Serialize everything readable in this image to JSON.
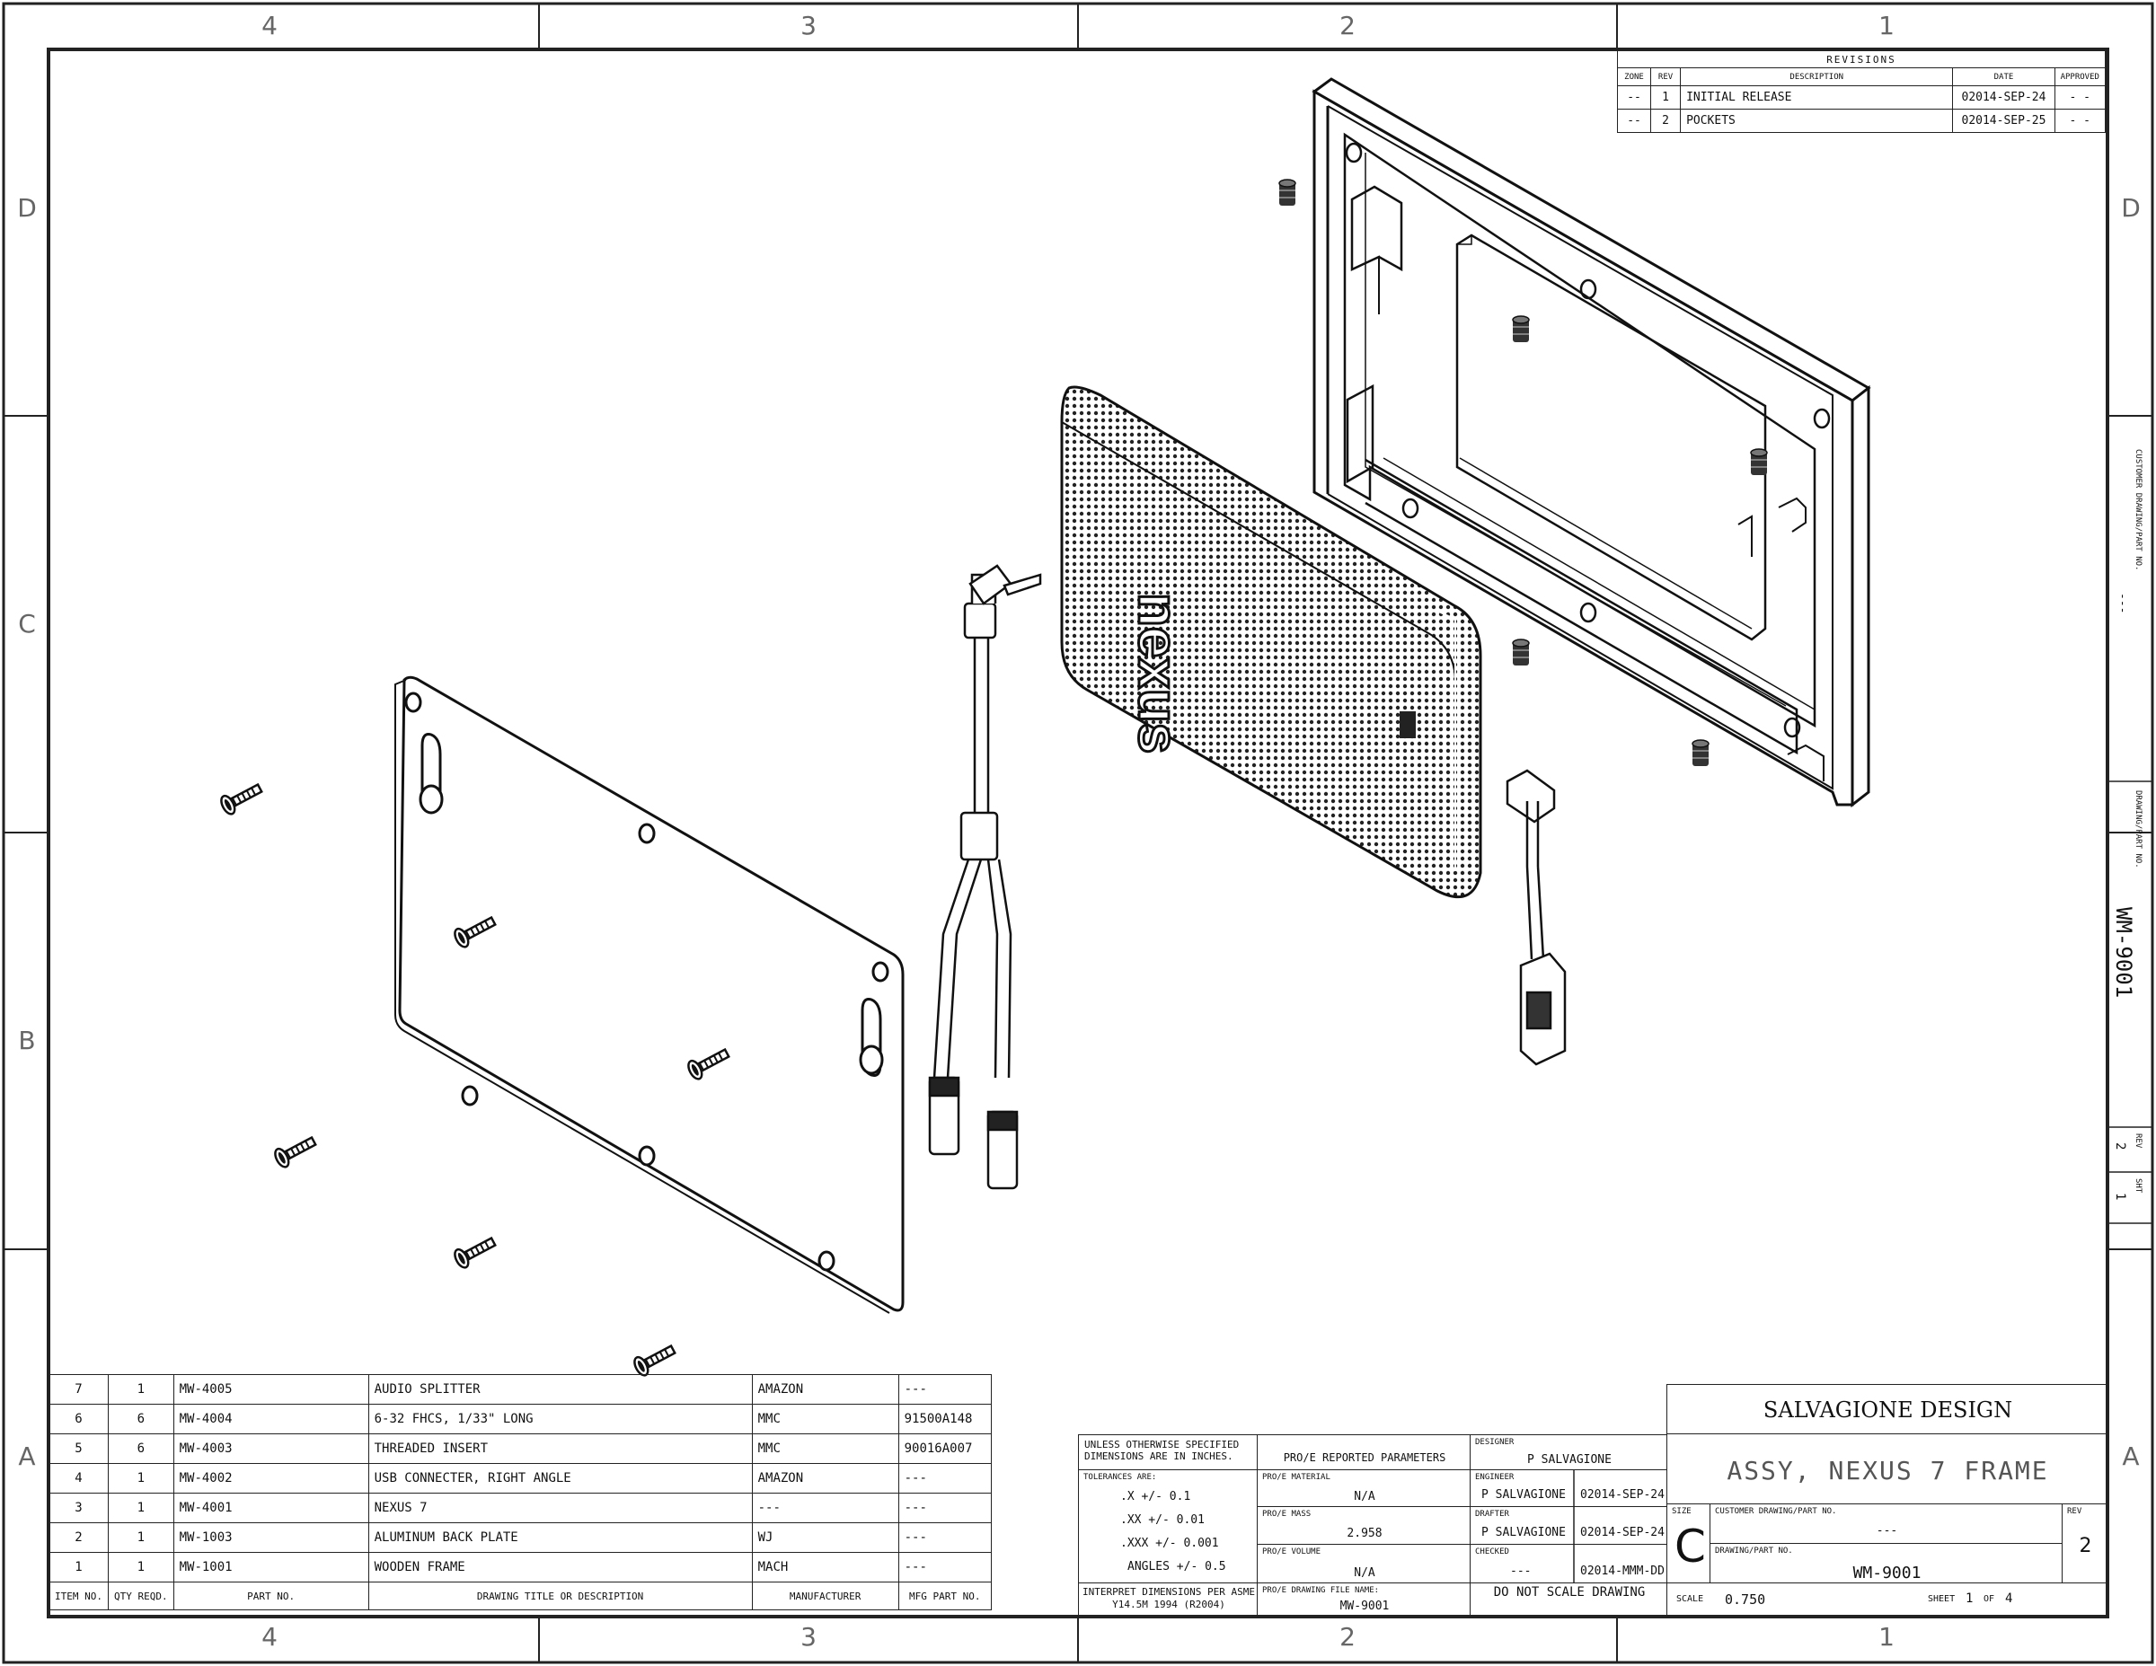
{
  "zones": {
    "columns": [
      "4",
      "3",
      "2",
      "1"
    ],
    "rows": [
      "D",
      "C",
      "B",
      "A"
    ]
  },
  "revisions": {
    "title": "REVISIONS",
    "headers": [
      "ZONE",
      "REV",
      "DESCRIPTION",
      "DATE",
      "APPROVED"
    ],
    "rows": [
      {
        "zone": "--",
        "rev": "1",
        "description": "INITIAL RELEASE",
        "date": "02014-SEP-24",
        "approved": "- -"
      },
      {
        "zone": "--",
        "rev": "2",
        "description": "POCKETS",
        "date": "02014-SEP-25",
        "approved": "- -"
      }
    ]
  },
  "callouts": {
    "nexus_logo": "nexus"
  },
  "bom": {
    "rows": [
      {
        "item": "7",
        "qty": "1",
        "part": "MW-4005",
        "desc": "AUDIO SPLITTER",
        "mfr": "AMAZON",
        "mfg": "---"
      },
      {
        "item": "6",
        "qty": "6",
        "part": "MW-4004",
        "desc": "6-32 FHCS, 1/33\" LONG",
        "mfr": "MMC",
        "mfg": "91500A148"
      },
      {
        "item": "5",
        "qty": "6",
        "part": "MW-4003",
        "desc": "THREADED INSERT",
        "mfr": "MMC",
        "mfg": "90016A007"
      },
      {
        "item": "4",
        "qty": "1",
        "part": "MW-4002",
        "desc": "USB CONNECTER, RIGHT ANGLE",
        "mfr": "AMAZON",
        "mfg": "---"
      },
      {
        "item": "3",
        "qty": "1",
        "part": "MW-4001",
        "desc": "NEXUS 7",
        "mfr": "---",
        "mfg": "---"
      },
      {
        "item": "2",
        "qty": "1",
        "part": "MW-1003",
        "desc": "ALUMINUM BACK PLATE",
        "mfr": "WJ",
        "mfg": "---"
      },
      {
        "item": "1",
        "qty": "1",
        "part": "MW-1001",
        "desc": "WOODEN FRAME",
        "mfr": "MACH",
        "mfg": "---"
      }
    ],
    "headers": {
      "item": "ITEM NO.",
      "qty": "QTY REQD.",
      "part": "PART NO.",
      "desc": "DRAWING TITLE OR DESCRIPTION",
      "mfr": "MANUFACTURER",
      "mfg": "MFG PART NO."
    }
  },
  "title_block": {
    "company": "SALVAGIONE DESIGN",
    "title": "ASSY, NEXUS 7 FRAME",
    "unless": "UNLESS OTHERWISE SPECIFIED DIMENSIONS ARE IN INCHES.",
    "tolerances_label": "TOLERANCES ARE:",
    "tol_x": ".X +/-  0.1",
    "tol_xx": ".XX +/-  0.01",
    "tol_xxx": ".XXX +/-  0.001",
    "angles": "ANGLES +/-  0.5",
    "interpret": "INTERPRET DIMENSIONS PER ASME Y14.5M 1994 (R2004)",
    "proe_params": "PRO/E REPORTED PARAMETERS",
    "material_label": "PRO/E MATERIAL",
    "material": "N/A",
    "mass_label": "PRO/E MASS",
    "mass": "2.958",
    "volume_label": "PRO/E VOLUME",
    "volume": "N/A",
    "file_label": "PRO/E DRAWING FILE NAME:",
    "file": "MW-9001",
    "designer_label": "DESIGNER",
    "designer": "P SALVAGIONE",
    "engineer_label": "ENGINEER",
    "engineer": "P SALVAGIONE",
    "engineer_date": "02014-SEP-24",
    "drafter_label": "DRAFTER",
    "drafter": "P SALVAGIONE",
    "drafter_date": "02014-SEP-24",
    "checked_label": "CHECKED",
    "checked": "---",
    "checked_date": "02014-MMM-DD",
    "do_not_scale": "DO NOT SCALE DRAWING",
    "size_label": "SIZE",
    "size": "C",
    "cust_label": "CUSTOMER DRAWING/PART NO.",
    "cust": "---",
    "drawing_label": "DRAWING/PART NO.",
    "drawing": "WM-9001",
    "rev_label": "REV",
    "rev": "2",
    "scale_label": "SCALE",
    "scale": "0.750",
    "sheet_label": "SHEET",
    "sheet": "1",
    "of_label": "OF",
    "of": "4"
  },
  "side_strip": {
    "cust_label": "CUSTOMER DRAWING/PART NO.",
    "cust": "---",
    "drawing_label": "DRAWING/PART NO.",
    "drawing": "WM-9001",
    "rev_label": "REV",
    "rev": "2",
    "sht_label": "SHT",
    "sht": "1"
  }
}
